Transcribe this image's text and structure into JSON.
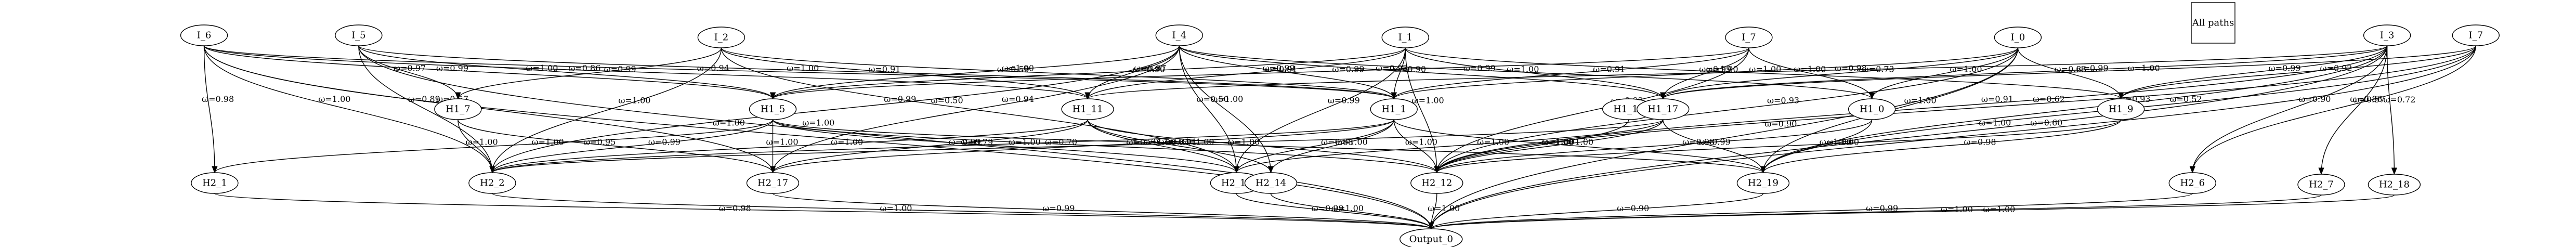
{
  "legend": {
    "label": "All paths"
  },
  "nodes": [
    {
      "id": "I_6",
      "label": "I_6",
      "layer": "input"
    },
    {
      "id": "I_5",
      "label": "I_5",
      "layer": "input"
    },
    {
      "id": "I_2",
      "label": "I_2",
      "layer": "input"
    },
    {
      "id": "I_4",
      "label": "I_4",
      "layer": "input"
    },
    {
      "id": "I_1",
      "label": "I_1",
      "layer": "input"
    },
    {
      "id": "I_7",
      "label": "I_7",
      "layer": "input"
    },
    {
      "id": "I_0",
      "label": "I_0",
      "layer": "input"
    },
    {
      "id": "I_3",
      "label": "I_3",
      "layer": "input"
    },
    {
      "id": "I_7b",
      "label": "I_7",
      "layer": "input"
    },
    {
      "id": "H1_7",
      "label": "H1_7",
      "layer": "hidden1"
    },
    {
      "id": "H1_5",
      "label": "H1_5",
      "layer": "hidden1"
    },
    {
      "id": "H1_11",
      "label": "H1_11",
      "layer": "hidden1"
    },
    {
      "id": "H1_1",
      "label": "H1_1",
      "layer": "hidden1"
    },
    {
      "id": "H1_18",
      "label": "H1_18",
      "layer": "hidden1"
    },
    {
      "id": "H1_17",
      "label": "H1_17",
      "layer": "hidden1"
    },
    {
      "id": "H1_0",
      "label": "H1_0",
      "layer": "hidden1"
    },
    {
      "id": "H1_9",
      "label": "H1_9",
      "layer": "hidden1"
    },
    {
      "id": "H2_1",
      "label": "H2_1",
      "layer": "hidden2"
    },
    {
      "id": "H2_2",
      "label": "H2_2",
      "layer": "hidden2"
    },
    {
      "id": "H2_17",
      "label": "H2_17",
      "layer": "hidden2"
    },
    {
      "id": "H2_10",
      "label": "H2_10",
      "layer": "hidden2"
    },
    {
      "id": "H2_14",
      "label": "H2_14",
      "layer": "hidden2"
    },
    {
      "id": "H2_12",
      "label": "H2_12",
      "layer": "hidden2"
    },
    {
      "id": "H2_19",
      "label": "H2_19",
      "layer": "hidden2"
    },
    {
      "id": "H2_6",
      "label": "H2_6",
      "layer": "hidden2"
    },
    {
      "id": "H2_7",
      "label": "H2_7",
      "layer": "hidden2"
    },
    {
      "id": "H2_18",
      "label": "H2_18",
      "layer": "hidden2"
    },
    {
      "id": "Output_0",
      "label": "Output_0",
      "layer": "output"
    }
  ],
  "edges": [
    {
      "from": "I_6",
      "to": "H2_1",
      "label": "ω=0.98"
    },
    {
      "from": "I_6",
      "to": "H2_2",
      "label": "ω=1.00"
    },
    {
      "from": "I_6",
      "to": "H1_5",
      "label": "ω=0.99"
    },
    {
      "from": "I_6",
      "to": "H2_17",
      "label": "ω=0.57"
    },
    {
      "from": "I_6",
      "to": "H1_11",
      "label": "ω=0.86"
    },
    {
      "from": "I_6",
      "to": "H1_1",
      "label": "ω=0.94"
    },
    {
      "from": "I_6",
      "to": "Output_0",
      "label": "ω=1.00"
    },
    {
      "from": "I_5",
      "to": "Output_0",
      "label": "ω=1.00"
    },
    {
      "from": "I_5",
      "to": "H1_7",
      "label": "ω=0.97"
    },
    {
      "from": "I_5",
      "to": "H1_5",
      "label": "ω=1.00"
    },
    {
      "from": "I_5",
      "to": "H2_2",
      "label": "ω=0.89"
    },
    {
      "from": "I_5",
      "to": "H1_1",
      "label": "ω=1.00"
    },
    {
      "from": "I_2",
      "to": "H1_7",
      "label": "ω=0.99"
    },
    {
      "from": "I_2",
      "to": "H2_2",
      "label": "ω=1.00"
    },
    {
      "from": "I_2",
      "to": "H1_11",
      "label": "ω=0.91"
    },
    {
      "from": "I_2",
      "to": "H1_1",
      "label": "ω=0.59"
    },
    {
      "from": "I_2",
      "to": "H2_10",
      "label": "ω=0.50"
    },
    {
      "from": "I_4",
      "to": "H2_2",
      "label": "ω=0.99"
    },
    {
      "from": "I_4",
      "to": "H1_5",
      "label": "ω=1.00"
    },
    {
      "from": "I_4",
      "to": "H1_11",
      "label": "ω=0.97"
    },
    {
      "from": "I_4",
      "to": "H2_17",
      "label": "ω=0.94"
    },
    {
      "from": "I_4",
      "to": "H1_1",
      "label": "ω=0.99"
    },
    {
      "from": "I_4",
      "to": "H2_14",
      "label": "ω=1.00"
    },
    {
      "from": "I_4",
      "to": "H2_10",
      "label": "ω=0.50"
    },
    {
      "from": "I_4",
      "to": "H1_17",
      "label": "ω=0.93"
    },
    {
      "from": "I_4",
      "to": "H1_0",
      "label": "ω=0.99"
    },
    {
      "from": "I_1",
      "to": "H1_5",
      "label": "ω=0.90"
    },
    {
      "from": "I_1",
      "to": "H1_11",
      "label": "ω=0.91"
    },
    {
      "from": "I_1",
      "to": "H1_1",
      "label": "ω=0.90"
    },
    {
      "from": "I_1",
      "to": "H2_10",
      "label": "ω=0.99"
    },
    {
      "from": "I_1",
      "to": "H2_12",
      "label": "ω=1.00"
    },
    {
      "from": "I_1",
      "to": "H1_17",
      "label": "ω=1.00"
    },
    {
      "from": "I_1",
      "to": "H1_9",
      "label": "ω=0.99"
    },
    {
      "from": "I_7",
      "to": "H1_5",
      "label": "ω=0.99"
    },
    {
      "from": "I_7",
      "to": "H1_1",
      "label": "ω=0.91"
    },
    {
      "from": "I_7",
      "to": "H1_17",
      "label": "ω=1.00"
    },
    {
      "from": "I_7",
      "to": "H1_0",
      "label": "ω=1.00"
    },
    {
      "from": "I_7",
      "to": "H2_12",
      "label": "ω=0.92"
    },
    {
      "from": "I_0",
      "to": "H1_1",
      "label": "ω=1.00"
    },
    {
      "from": "I_0",
      "to": "H1_17",
      "label": "ω=0.73"
    },
    {
      "from": "I_0",
      "to": "H1_0",
      "label": "ω=1.00"
    },
    {
      "from": "I_0",
      "to": "H2_19",
      "label": "ω=1.00"
    },
    {
      "from": "I_0",
      "to": "H2_12",
      "label": "ω=0.93"
    },
    {
      "from": "I_0",
      "to": "H1_9",
      "label": "ω=0.83"
    },
    {
      "from": "I_0",
      "to": "Output_0",
      "label": "ω=0.90"
    },
    {
      "from": "I_3",
      "to": "H1_11",
      "label": "ω=0.98"
    },
    {
      "from": "I_3",
      "to": "H1_17",
      "label": "ω=0.99"
    },
    {
      "from": "I_3",
      "to": "H1_9",
      "label": "ω=0.99"
    },
    {
      "from": "I_3",
      "to": "H2_12",
      "label": "ω=0.91"
    },
    {
      "from": "I_3",
      "to": "H2_19",
      "label": "ω=0.93"
    },
    {
      "from": "I_3",
      "to": "H2_6",
      "label": "ω=0.90"
    },
    {
      "from": "I_3",
      "to": "H2_7",
      "label": "ω=0.97"
    },
    {
      "from": "I_3",
      "to": "H2_18",
      "label": "ω=0.72"
    },
    {
      "from": "I_3",
      "to": "Output_0",
      "label": "ω=1.00"
    },
    {
      "from": "I_7b",
      "to": "H1_17",
      "label": "ω=1.00"
    },
    {
      "from": "I_7b",
      "to": "H1_9",
      "label": "ω=0.92"
    },
    {
      "from": "I_7b",
      "to": "H2_19",
      "label": "ω=0.52"
    },
    {
      "from": "I_7b",
      "to": "H2_6",
      "label": "ω=0.86"
    },
    {
      "from": "I_7b",
      "to": "H2_12",
      "label": "ω=0.62"
    },
    {
      "from": "I_7b",
      "to": "Output_0",
      "label": "ω=0.60"
    },
    {
      "from": "H1_7",
      "to": "H2_2",
      "label": "ω=1.00"
    },
    {
      "from": "H1_7",
      "to": "H2_17",
      "label": "ω=0.95"
    },
    {
      "from": "H1_5",
      "to": "H2_1",
      "label": "ω=1.00"
    },
    {
      "from": "H1_5",
      "to": "H2_2",
      "label": "ω=0.99"
    },
    {
      "from": "H1_5",
      "to": "H2_17",
      "label": "ω=1.00"
    },
    {
      "from": "H1_5",
      "to": "H2_10",
      "label": "ω=0.79"
    },
    {
      "from": "H1_5",
      "to": "H2_12",
      "label": "ω=0.70"
    },
    {
      "from": "H1_5",
      "to": "H2_19",
      "label": "ω=1.00"
    },
    {
      "from": "H1_11",
      "to": "H2_2",
      "label": "ω=1.00"
    },
    {
      "from": "H1_11",
      "to": "H2_17",
      "label": "ω=0.99"
    },
    {
      "from": "H1_11",
      "to": "H2_10",
      "label": "ω=1.00"
    },
    {
      "from": "H1_11",
      "to": "H2_14",
      "label": "ω=0.81"
    },
    {
      "from": "H1_11",
      "to": "H2_12",
      "label": "ω=1.00"
    },
    {
      "from": "H1_1",
      "to": "H2_2",
      "label": "ω=1.00"
    },
    {
      "from": "H1_1",
      "to": "H2_17",
      "label": "ω=0.79"
    },
    {
      "from": "H1_1",
      "to": "H2_10",
      "label": "ω=0.88"
    },
    {
      "from": "H1_1",
      "to": "H2_14",
      "label": "ω=1.00"
    },
    {
      "from": "H1_1",
      "to": "H2_12",
      "label": "ω=1.00"
    },
    {
      "from": "H1_1",
      "to": "H2_19",
      "label": "ω=1.00"
    },
    {
      "from": "H1_18",
      "to": "H2_12",
      "label": "ω=1.00"
    },
    {
      "from": "H1_17",
      "to": "H2_2",
      "label": "ω=0.91"
    },
    {
      "from": "H1_17",
      "to": "H2_10",
      "label": "ω=1.00"
    },
    {
      "from": "H1_17",
      "to": "H2_12",
      "label": "ω=1.00"
    },
    {
      "from": "H1_17",
      "to": "H2_19",
      "label": "ω=0.99"
    },
    {
      "from": "H1_0",
      "to": "H2_12",
      "label": "ω=0.98"
    },
    {
      "from": "H1_0",
      "to": "H2_19",
      "label": "ω=1.00"
    },
    {
      "from": "H1_9",
      "to": "H2_12",
      "label": "ω=1.00"
    },
    {
      "from": "H1_9",
      "to": "H2_19",
      "label": "ω=0.98"
    },
    {
      "from": "H2_1",
      "to": "Output_0",
      "label": "ω=0.98"
    },
    {
      "from": "H2_2",
      "to": "Output_0",
      "label": "ω=1.00"
    },
    {
      "from": "H2_17",
      "to": "Output_0",
      "label": "ω=0.99"
    },
    {
      "from": "H2_10",
      "to": "Output_0",
      "label": "ω=0.99"
    },
    {
      "from": "H2_14",
      "to": "Output_0",
      "label": "ω=1.00"
    },
    {
      "from": "H2_12",
      "to": "Output_0",
      "label": "ω=1.00"
    },
    {
      "from": "H2_19",
      "to": "Output_0",
      "label": "ω=0.90"
    },
    {
      "from": "H2_6",
      "to": "Output_0",
      "label": "ω=0.99"
    },
    {
      "from": "H2_7",
      "to": "Output_0",
      "label": "ω=1.00"
    },
    {
      "from": "H2_18",
      "to": "Output_0",
      "label": "ω=1.00"
    }
  ]
}
